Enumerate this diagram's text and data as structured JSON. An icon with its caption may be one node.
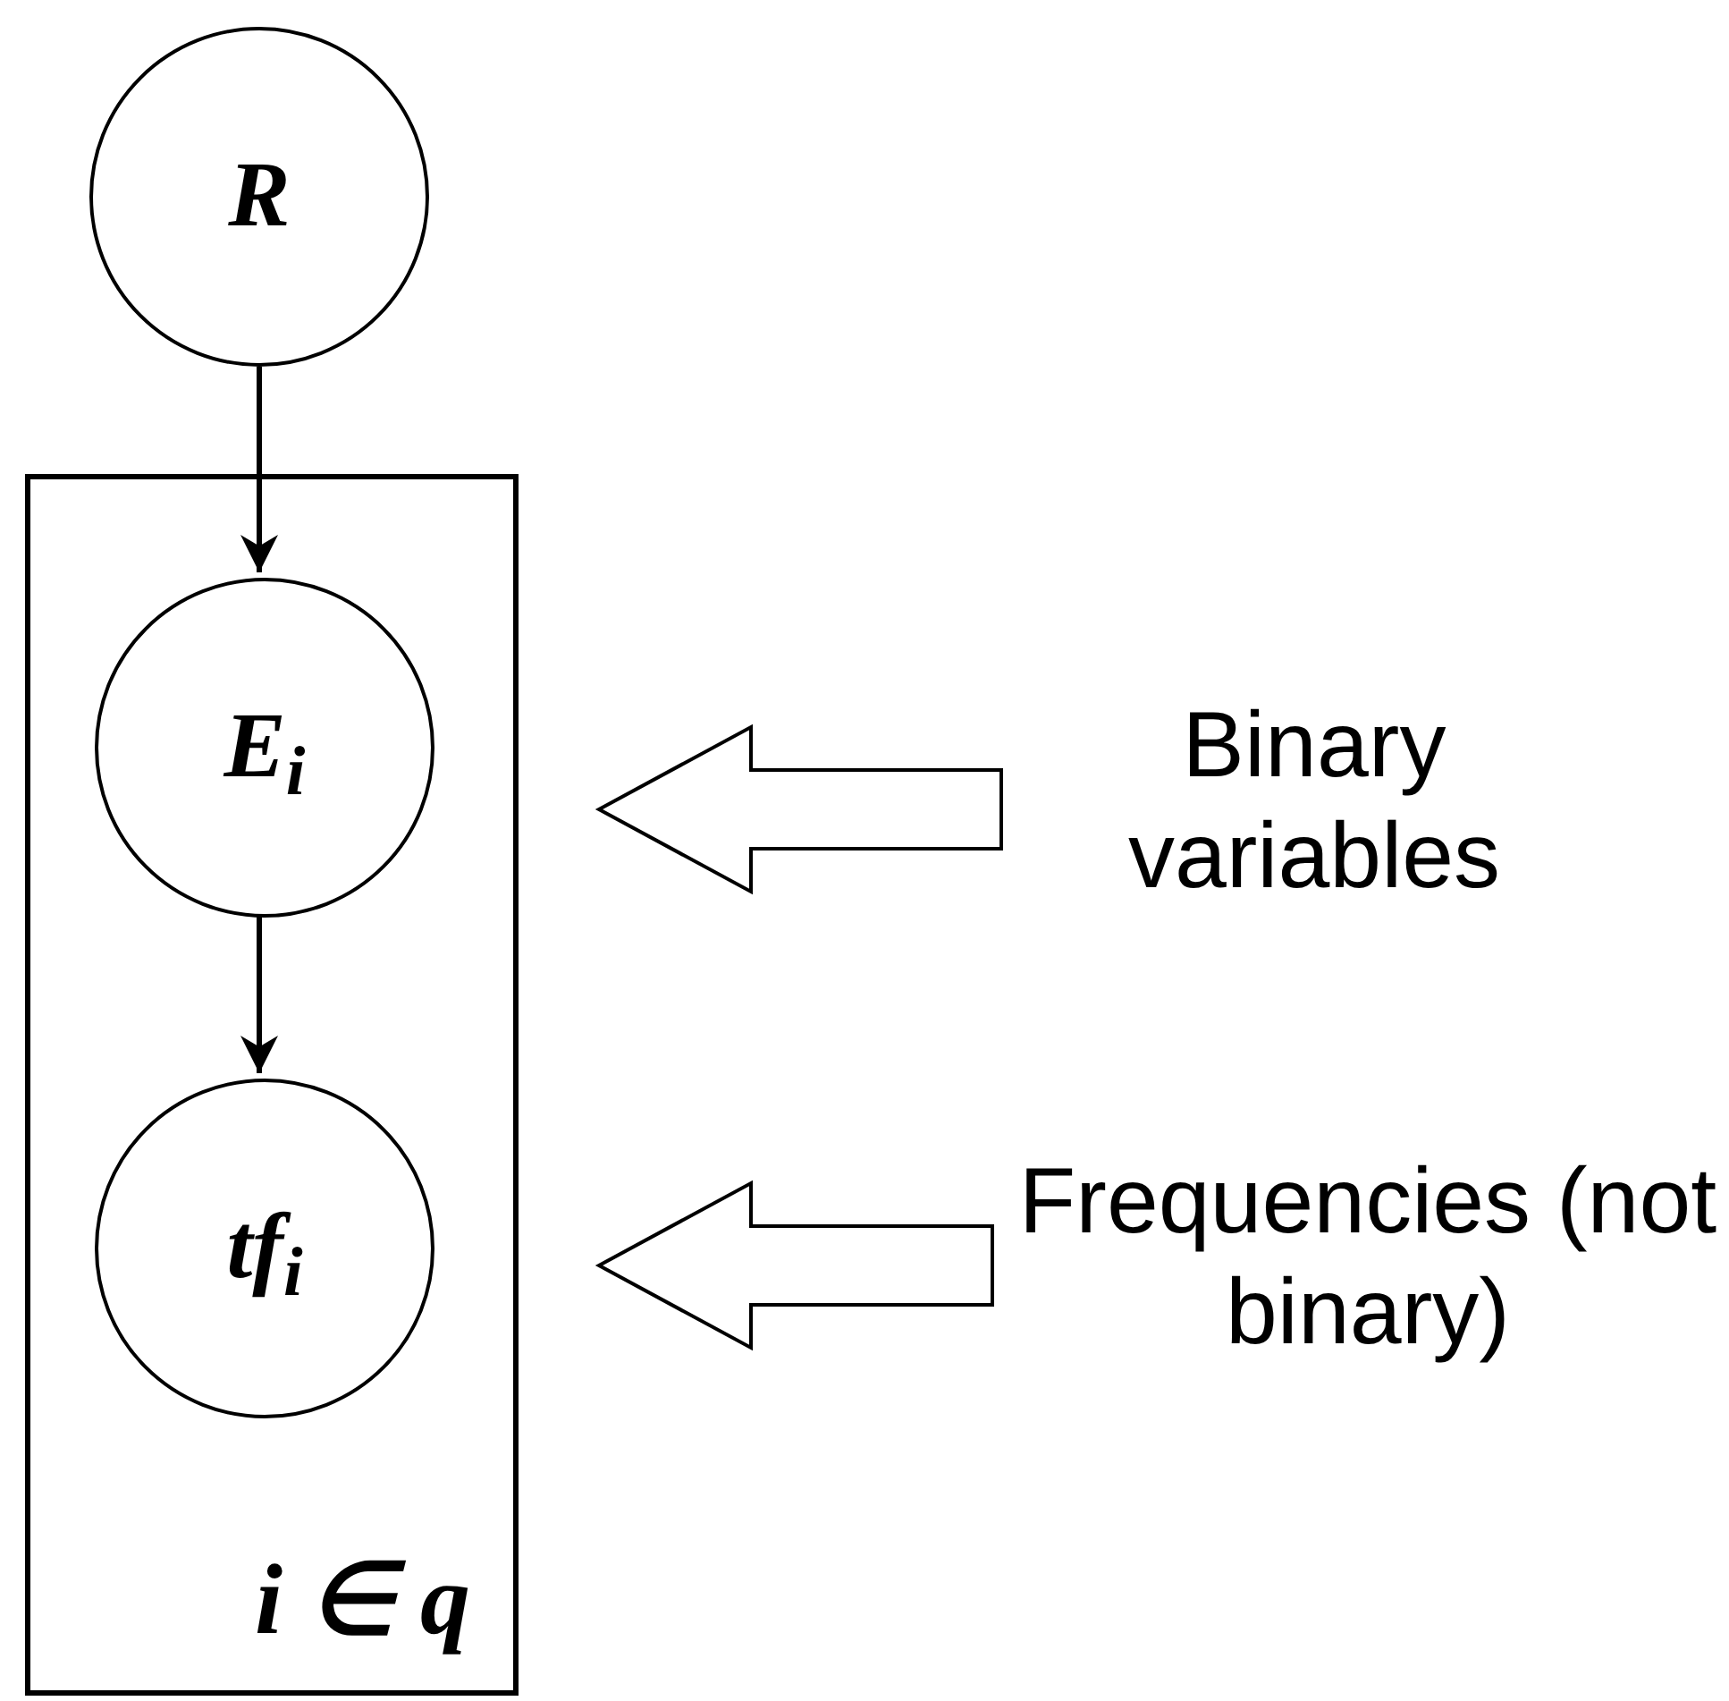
{
  "diagram": {
    "nodes": [
      {
        "text": [
          "*i* ∈ *q*"
        ]
      },
      {
        "text": [
          "R"
        ]
      },
      {
        "text": [
          "E$_{i}$"
        ],
        "in": 0
      },
      {
        "text": [
          "tf$_{i}$"
        ],
        "in": 0
      },
      {
        "text": [
          "Binary variables"
        ]
      },
      {
        "text": [
          "Frequencies (not binary)"
        ]
      }
    ],
    "edges": [
      {
        "from": 1,
        "to": 2,
        "arrow": "to"
      },
      {
        "from": 2,
        "to": 3,
        "arrow": "to"
      },
      {
        "from": 4,
        "to": 2,
        "arrow": "to",
        "style": "thick"
      },
      {
        "from": 5,
        "to": 3,
        "arrow": "to",
        "style": "thick"
      }
    ]
  }
}
